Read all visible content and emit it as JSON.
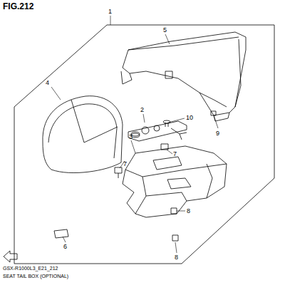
{
  "diagram": {
    "title": "FIG.212",
    "labels": [
      "1",
      "5",
      "9",
      "4",
      "2",
      "10",
      "3",
      "7",
      "7",
      "8",
      "8",
      "6",
      "GSX-R1000L3_E21_212",
      "SEAT TAIL BOX (OPTIONAL)"
    ]
  }
}
